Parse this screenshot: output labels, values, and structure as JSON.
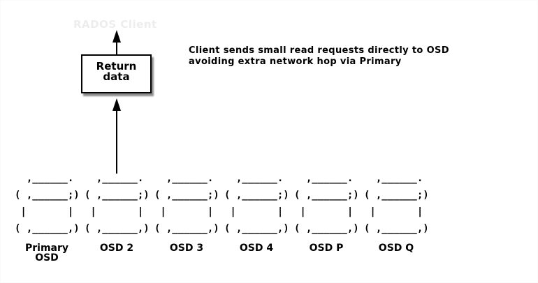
{
  "colors": {
    "ink": "#000000",
    "ghost_text": "#ededed",
    "background": "#ffffff"
  },
  "ghost_title": {
    "text": "RADOS Client"
  },
  "return_box": {
    "line1": "Return",
    "line2": "data"
  },
  "annotation": {
    "line1": "Client sends small read requests directly to OSD",
    "line2": "avoiding extra network hop via Primary"
  },
  "osd_art": {
    "lines": [
      "  ,______.",
      "( ,______;)",
      " |       | ",
      "( ,______,)"
    ]
  },
  "osds": [
    {
      "label": "Primary",
      "sublabel": "OSD"
    },
    {
      "label": "OSD 2",
      "sublabel": ""
    },
    {
      "label": "OSD 3",
      "sublabel": ""
    },
    {
      "label": "OSD 4",
      "sublabel": ""
    },
    {
      "label": "OSD P",
      "sublabel": ""
    },
    {
      "label": "OSD Q",
      "sublabel": ""
    }
  ]
}
